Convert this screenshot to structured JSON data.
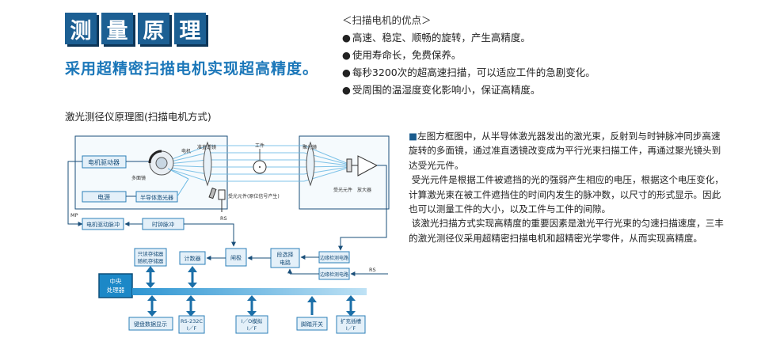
{
  "title": {
    "chars": [
      "测",
      "量",
      "原",
      "理"
    ]
  },
  "subtitle": "采用超精密扫描电机实现超高精度。",
  "advantages": {
    "header": "＜扫描电机的优点＞",
    "items": [
      "高速、稳定、顺畅的旋转，产生高精度。",
      "使用寿命长，免费保养。",
      "每秒3200次的超高速扫描，可以适应工件的急剧变化。",
      "受周围的温湿度变化影响小，保证高精度。"
    ]
  },
  "diagram_caption": "激光测径仪原理图(扫描电机方式)",
  "description": {
    "marker": "■",
    "paragraphs": [
      "左图方框图中，从半导体激光器发出的激光束，反射到与时钟脉冲同步高速旋转的多面镜，通过准直透镜改变成为平行光束扫描工件，再通过聚光镜头到达受光元件。",
      "受光元件是根据工件被遮挡的光的强弱产生相应的电压，根据这个电压变化，计算激光束在被工件遮挡住的时间内发生的脉冲数，以尺寸的形式显示。因此也可以测量工件的大小，以及工件与工件的间隙。",
      "该激光扫描方式实现高精度的重要因素是激光平行光束的匀速扫描速度，三丰的激光测径仪采用超精密扫描电机和超精密光学零件，从而实现高精度。"
    ]
  },
  "diagram": {
    "motor_driver": "电机驱动器",
    "power": "电源",
    "semi_laser": "半导体激光器",
    "motor": "电机",
    "polygon": "多面镜",
    "collimator": "准直透镜",
    "workpiece": "工件",
    "condenser": "聚光镜",
    "receiver": "受光元件",
    "amplifier": "放大器",
    "sync_receiver": "受光元件(原位信号产生)",
    "rs": "RS",
    "mp": "MP",
    "motor_pulse": "电机驱动脉冲",
    "clock": "时钟脉冲",
    "memory_line1": "只读存储器",
    "memory_line2": "随机存储器",
    "counter": "计数器",
    "gate": "闸极",
    "segment_line1": "段选择",
    "segment_line2": "电路",
    "edge1": "边缘检测电路",
    "edge2": "边缘检测电路",
    "rs_right": "RS",
    "cpu_line1": "中央",
    "cpu_line2": "处理器",
    "io_keyboard": "键盘数据显示",
    "io_rs232_line1": "RS-232C",
    "io_rs232_line2": "I／F",
    "io_analog_line1": "I／O模拟",
    "io_analog_line2": "I／F",
    "io_switch": "脚踏开关",
    "io_expand_line1": "扩充插槽",
    "io_expand_line2": "I／F"
  },
  "colors": {
    "title_bg": "#1c5f93",
    "subtitle": "#1b77b9",
    "box_fill": "#e4f0f9",
    "box_stroke": "#2c7fb8",
    "bus": "#3fa3da",
    "arrow": "#1b6fa8",
    "cpu": "#1c88c7"
  }
}
